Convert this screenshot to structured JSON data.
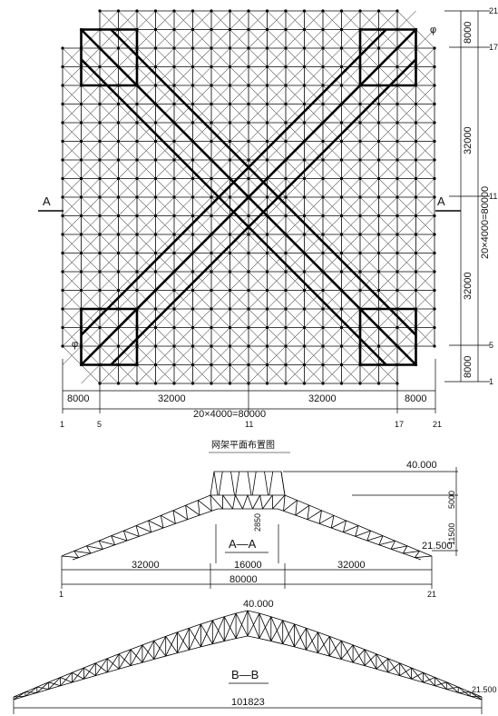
{
  "plan": {
    "caption": "网架平面布置图",
    "section_mark_left": "A",
    "section_mark_right": "A",
    "corner_mark_top": "φ",
    "corner_mark_bottom": "φ",
    "dims_bottom": [
      "8000",
      "32000",
      "32000",
      "8000"
    ],
    "dim_total_bottom": "20×4000=80000",
    "dims_right": [
      "8000",
      "32000",
      "32000",
      "8000"
    ],
    "dim_total_right": "20×4000=80000",
    "grid_bottom": [
      "1",
      "5",
      "11",
      "17",
      "21"
    ],
    "grid_right": [
      "21",
      "17",
      "11",
      "5",
      "1"
    ]
  },
  "section_aa": {
    "label": "A—A",
    "top_elevation": "40.000",
    "support_elevation": "21.500",
    "height_dims": [
      "5000",
      "11500"
    ],
    "middle_height": "2850",
    "span_dims": [
      "32000",
      "16000",
      "32000"
    ],
    "total_span": "80000",
    "grid_marks": [
      "1",
      "21"
    ]
  },
  "section_bb": {
    "label": "B—B",
    "top_elevation": "40.000",
    "support_elevation": "21.500",
    "total_span": "101823"
  }
}
